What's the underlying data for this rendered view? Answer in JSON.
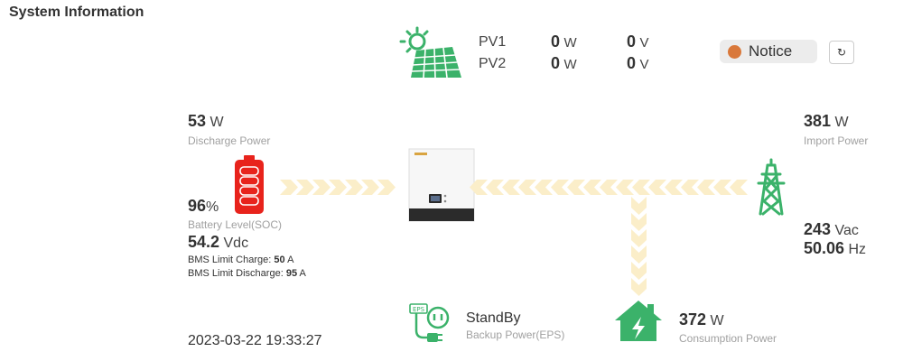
{
  "header": {
    "title": "System Information"
  },
  "pv": {
    "rows": [
      {
        "label": "PV1",
        "power_value": "0",
        "power_unit": "W",
        "voltage_value": "0",
        "voltage_unit": "V"
      },
      {
        "label": "PV2",
        "power_value": "0",
        "power_unit": "W",
        "voltage_value": "0",
        "voltage_unit": "V"
      }
    ]
  },
  "notice": {
    "label": "Notice",
    "dot_color": "#d9783a",
    "refresh_icon": "↻"
  },
  "battery": {
    "discharge_value": "53",
    "discharge_unit": "W",
    "discharge_label": "Discharge Power",
    "soc_value": "96",
    "soc_unit": "%",
    "soc_label": "Battery Level(SOC)",
    "voltage_value": "54.2",
    "voltage_unit": "Vdc",
    "bms_charge_label": "BMS Limit Charge:",
    "bms_charge_value": "50",
    "bms_charge_unit": "A",
    "bms_discharge_label": "BMS Limit Discharge:",
    "bms_discharge_value": "95",
    "bms_discharge_unit": "A",
    "color": "#e8231c"
  },
  "grid": {
    "import_value": "381",
    "import_unit": "W",
    "import_label": "Import Power",
    "voltage_value": "243",
    "voltage_unit": "Vac",
    "freq_value": "50.06",
    "freq_unit": "Hz",
    "color": "#3bb26a"
  },
  "eps": {
    "status": "StandBy",
    "label": "Backup Power(EPS)"
  },
  "consumption": {
    "value": "372",
    "unit": "W",
    "label": "Consumption Power"
  },
  "timestamp": "2023-03-22 19:33:27",
  "colors": {
    "flow_arrow": "#fbeec9",
    "accent_green": "#3bb26a"
  }
}
